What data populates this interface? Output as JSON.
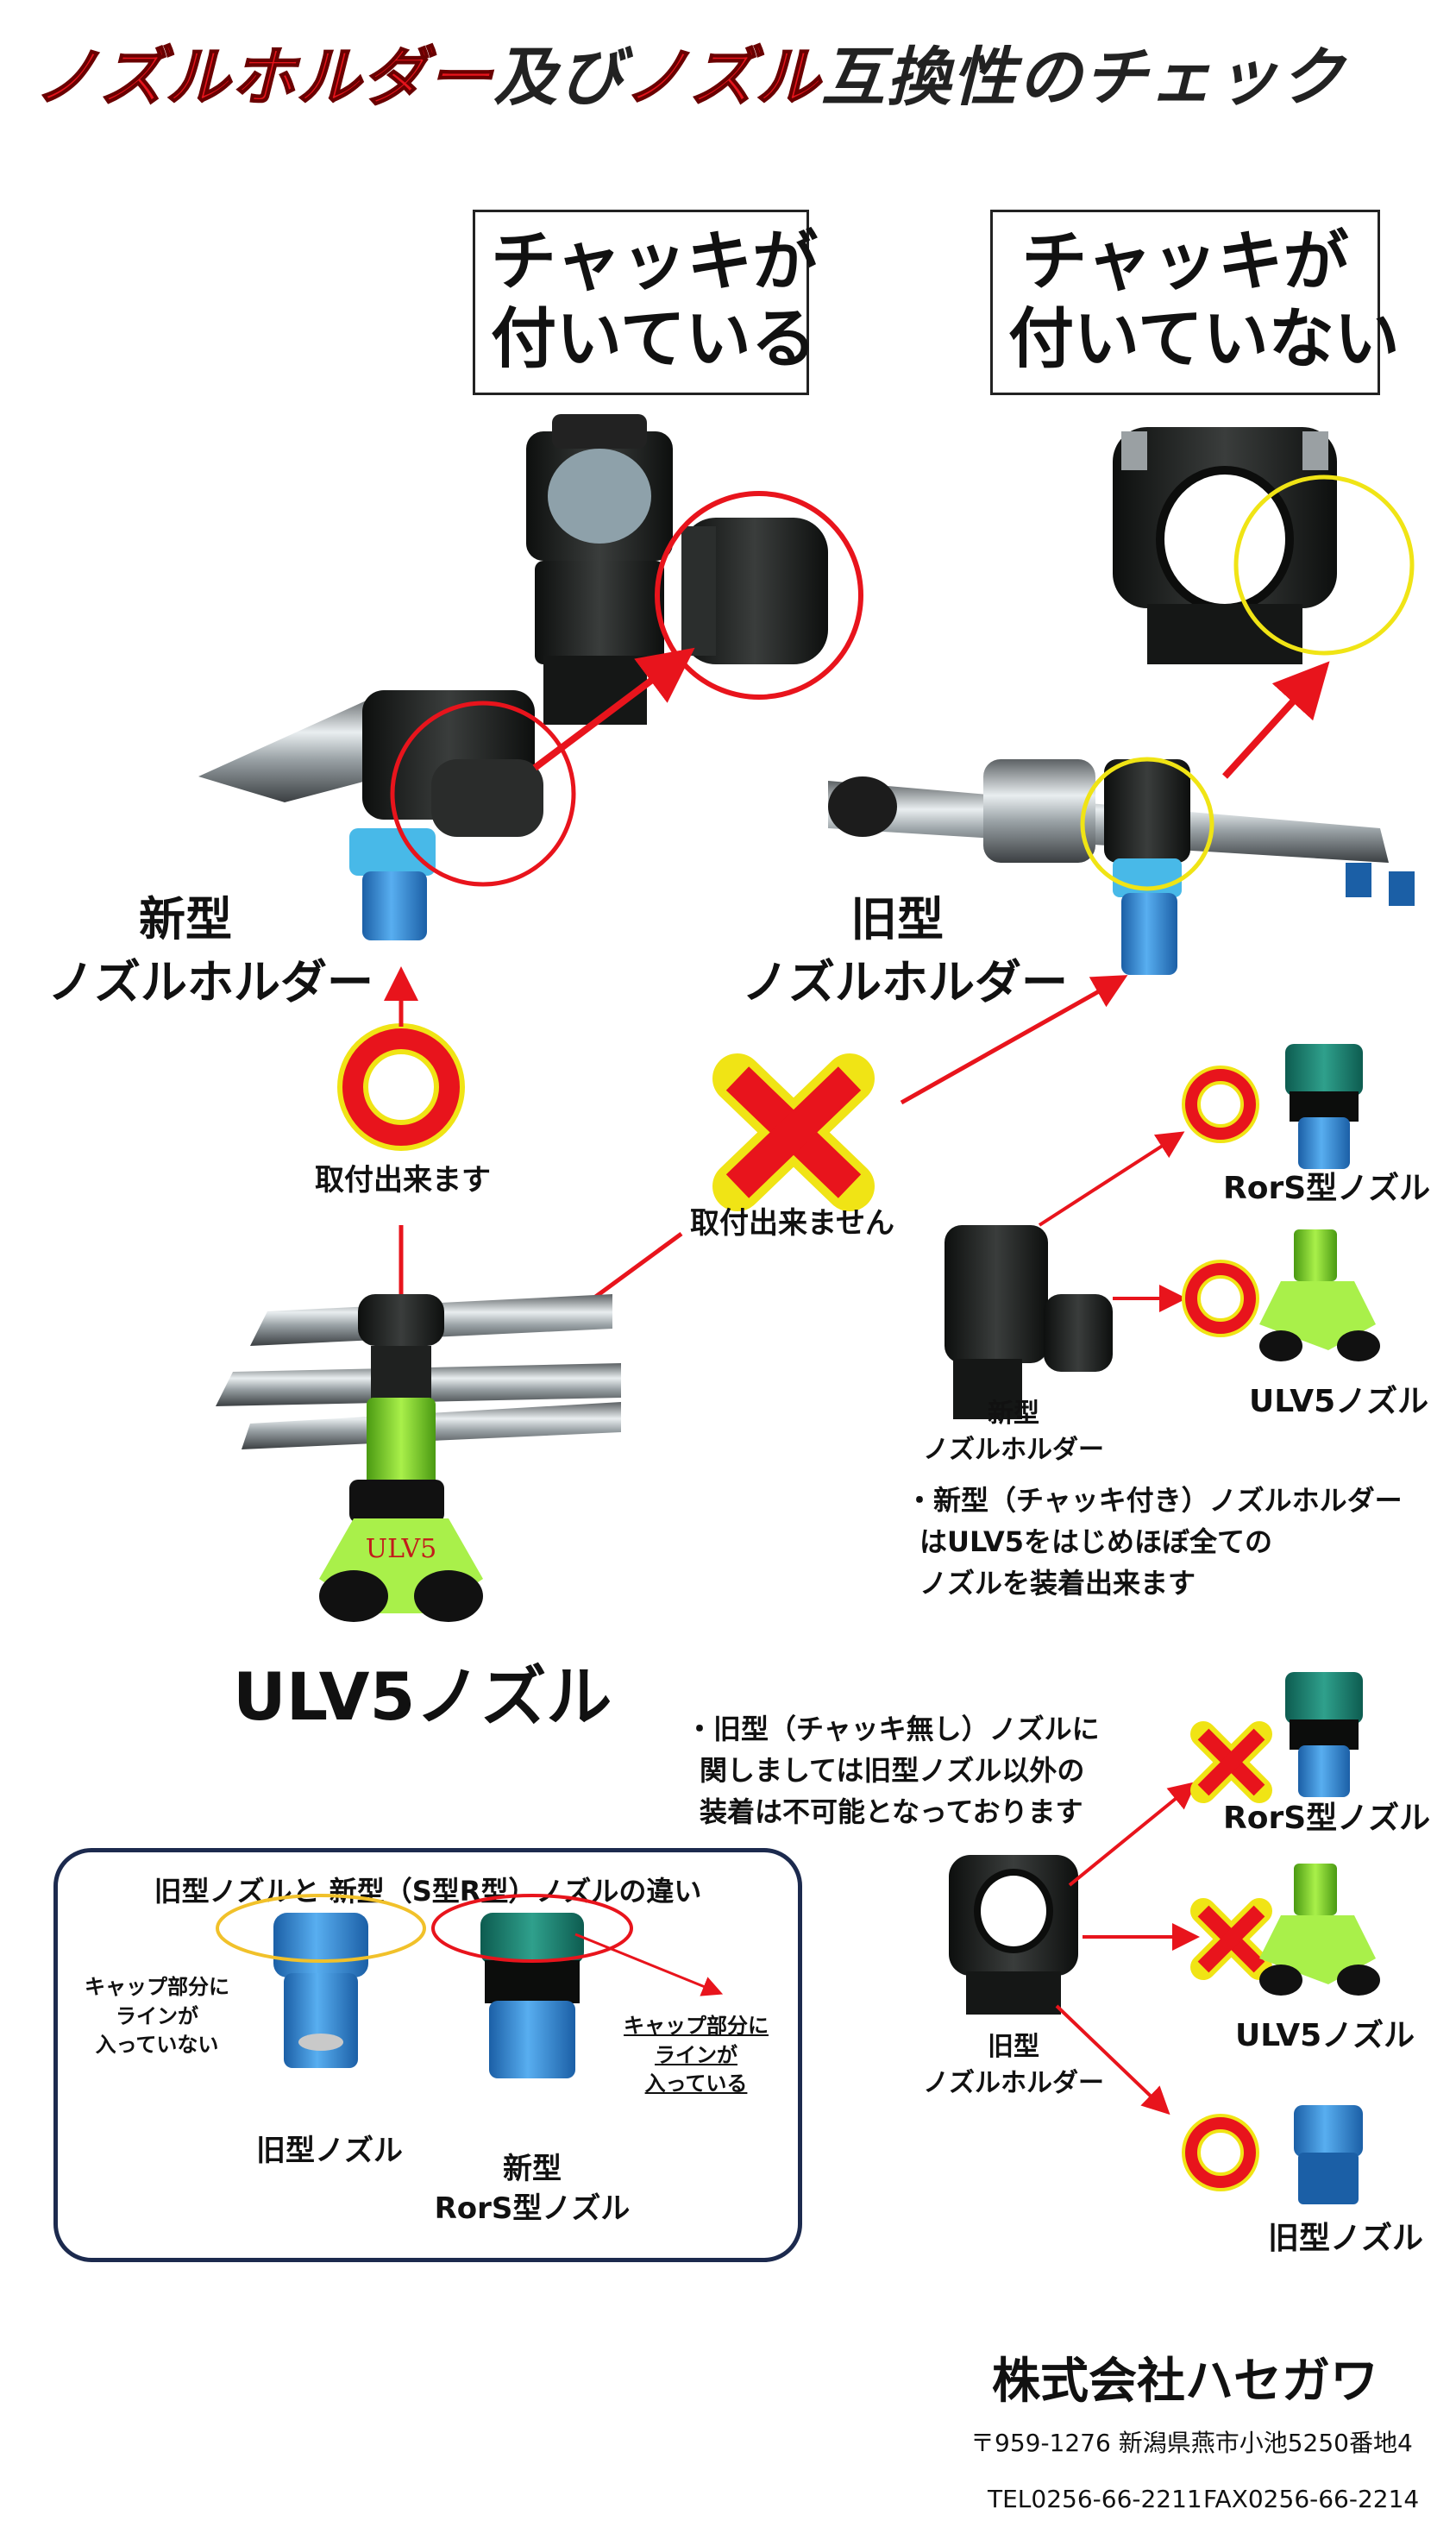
{
  "title": {
    "part_red_1": "ノズルホルダー",
    "part_dark_1": "及び",
    "part_red_2": "ノズル",
    "part_dark_2": "互換性のチェック"
  },
  "boxes": {
    "with_chuck": [
      "チャッキが",
      "付いている"
    ],
    "without_chuck": [
      "チャッキが",
      "付いていない"
    ]
  },
  "holders": {
    "new": [
      "新型",
      "ノズルホルダー"
    ],
    "old": [
      "旧型",
      "ノズルホルダー"
    ]
  },
  "compat": {
    "can_mount": "取付出来ます",
    "cannot_mount": "取付出来ません"
  },
  "ulv5_main": "ULV5ノズル",
  "new_section": {
    "holder_label": [
      "新型",
      "ノズルホルダー"
    ],
    "nozzle_rors": "RorS型ノズル",
    "nozzle_ulv5": "ULV5ノズル",
    "note": [
      "・新型（チャッキ付き）ノズルホルダー",
      "はULV5をはじめほぼ全ての",
      "ノズルを装着出来ます"
    ]
  },
  "old_section": {
    "note": [
      "・旧型（チャッキ無し）ノズルに",
      "関しましては旧型ノズル以外の",
      "装着は不可能となっております"
    ],
    "holder_label": [
      "旧型",
      "ノズルホルダー"
    ],
    "nozzle_rors": "RorS型ノズル",
    "nozzle_ulv5": "ULV5ノズル",
    "nozzle_old": "旧型ノズル"
  },
  "inset": {
    "title": "旧型ノズルと 新型（S型R型）ノズルの違い",
    "no_line": [
      "キャップ部分に",
      "ラインが",
      "入っていない"
    ],
    "with_line": [
      "キャップ部分に",
      "ラインが",
      "入っている"
    ],
    "old_nozzle": "旧型ノズル",
    "new_nozzle": [
      "新型",
      "RorS型ノズル"
    ]
  },
  "footer": {
    "company": "株式会社ハセガワ",
    "address": "〒959-1276 新潟県燕市小池5250番地4",
    "tel": "TEL0256-66-2211",
    "fax": "FAX0256-66-2214"
  },
  "colors": {
    "red": "#e8141c",
    "yellow": "#f6e600",
    "navy": "#1c2a4e",
    "nozzle_blue": "#3a8fd8",
    "holder_black": "#1d1f1e",
    "ulv_green": "#7ed321"
  }
}
